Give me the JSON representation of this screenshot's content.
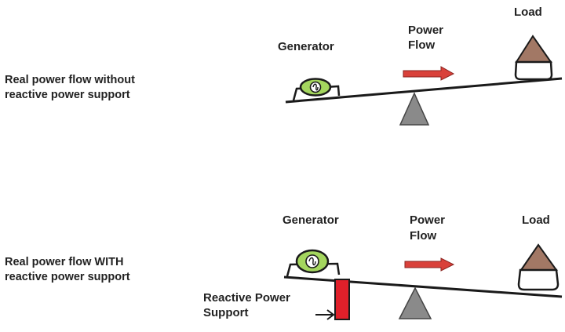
{
  "top_panel": {
    "caption_line1": "Real power flow without",
    "caption_line2": "reactive power support",
    "generator_label": "Generator",
    "flow_label_line1": "Power",
    "flow_label_line2": "Flow",
    "load_label": "Load"
  },
  "bottom_panel": {
    "caption_line1": "Real power flow WITH",
    "caption_line2": "reactive power support",
    "generator_label": "Generator",
    "flow_label_line1": "Power",
    "flow_label_line2": "Flow",
    "load_label": "Load",
    "support_label_line1": "Reactive Power",
    "support_label_line2": "Support"
  },
  "colors": {
    "generator_fill": "#a4d65e",
    "arrow_fill": "#d9413a",
    "fulcrum_fill": "#8a8a8a",
    "load_roof_fill": "#a27865",
    "support_fill": "#e0202a"
  }
}
